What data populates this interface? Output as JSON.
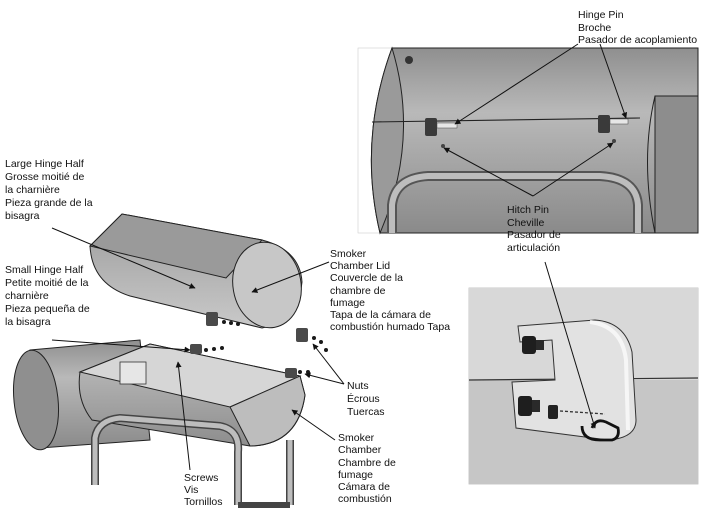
{
  "labels": {
    "hinge_pin": [
      "Hinge Pin",
      "Broche",
      "Pasador de acoplamiento"
    ],
    "hitch_pin": [
      "Hitch Pin",
      "Cheville",
      "Pasador de",
      "articulación"
    ],
    "large_hinge_half": [
      "Large Hinge Half",
      "Grosse moitié de",
      "la charnière",
      "Pieza grande de la",
      "bisagra"
    ],
    "small_hinge_half": [
      "Small Hinge Half",
      "Petite moitié de la",
      "charnière",
      "Pieza pequeña de",
      "la bisagra"
    ],
    "smoker_chamber_lid": [
      "Smoker",
      "Chamber Lid",
      "Couvercle de la",
      "chambre de",
      "fumage",
      "Tapa de la cámara de",
      "combustión humado Tapa"
    ],
    "nuts": [
      "Nuts",
      "Écrous",
      "Tuercas"
    ],
    "smoker_chamber": [
      "Smoker",
      "Chamber",
      "Chambre de",
      "fumage",
      "Cámara de",
      "combustión"
    ],
    "screws": [
      "Screws",
      "Vis",
      "Tornillos"
    ]
  },
  "colors": {
    "body_gray": "#a9a9a9",
    "light_gray": "#d2d2d2",
    "dark_gray": "#6e6e6e",
    "outline": "#222222"
  }
}
